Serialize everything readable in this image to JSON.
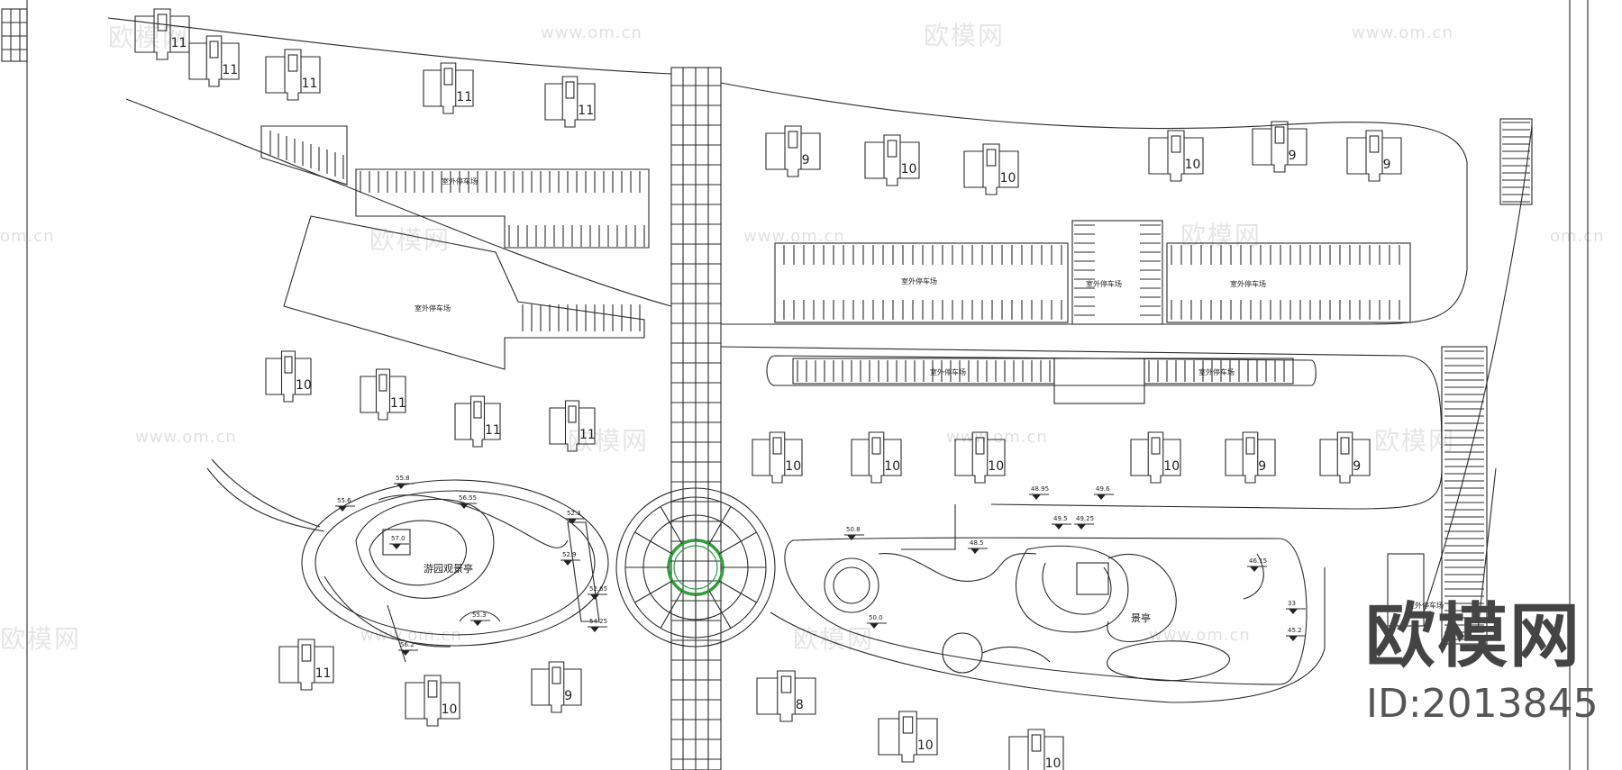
{
  "colors": {
    "line": "#2a2a2a",
    "accent_ring": "#2e9e3e",
    "watermark": "#cccccc"
  },
  "labels": {
    "parking": "室外停车场",
    "pavilion_west": "游园观景亭",
    "pavilion_east": "景亭",
    "parking_small": "室外停车场"
  },
  "building_numbers": [
    {
      "id": "b-nw-1",
      "text": "11"
    },
    {
      "id": "b-nw-2",
      "text": "11"
    },
    {
      "id": "b-nw-3",
      "text": "11"
    },
    {
      "id": "b-nw-4",
      "text": "11"
    },
    {
      "id": "b-nw-5",
      "text": "11"
    },
    {
      "id": "b-ne-1",
      "text": "9"
    },
    {
      "id": "b-ne-2",
      "text": "10"
    },
    {
      "id": "b-ne-3",
      "text": "10"
    },
    {
      "id": "b-ne-4",
      "text": "10"
    },
    {
      "id": "b-ne-5",
      "text": "9"
    },
    {
      "id": "b-ne-6",
      "text": "9"
    },
    {
      "id": "b-w-1",
      "text": "10"
    },
    {
      "id": "b-w-2",
      "text": "11"
    },
    {
      "id": "b-w-3",
      "text": "11"
    },
    {
      "id": "b-w-4",
      "text": "11"
    },
    {
      "id": "b-c-1",
      "text": "10"
    },
    {
      "id": "b-c-2",
      "text": "10"
    },
    {
      "id": "b-c-3",
      "text": "10"
    },
    {
      "id": "b-c-4",
      "text": "10"
    },
    {
      "id": "b-c-5",
      "text": "9"
    },
    {
      "id": "b-c-6",
      "text": "9"
    },
    {
      "id": "b-sw-1",
      "text": "11"
    },
    {
      "id": "b-sw-2",
      "text": "10"
    },
    {
      "id": "b-sw-3",
      "text": "9"
    },
    {
      "id": "b-se-1",
      "text": "8"
    },
    {
      "id": "b-se-2",
      "text": "10"
    },
    {
      "id": "b-se-3",
      "text": "10"
    }
  ],
  "elevations": [
    "55.6",
    "55.8",
    "56.55",
    "57.0",
    "52.3",
    "52.9",
    "52.65",
    "54.25",
    "56.2",
    "55.3",
    "50.8",
    "50.0",
    "48.5",
    "48.95",
    "49.5",
    "49.25",
    "49.6",
    "46.15",
    "33",
    "45.2"
  ],
  "watermarks": {
    "brand_cn": "欧模网",
    "url": "www.om.cn",
    "url_short": "om.cn"
  },
  "brand": {
    "name": "欧模网",
    "id": "ID:2013845"
  }
}
